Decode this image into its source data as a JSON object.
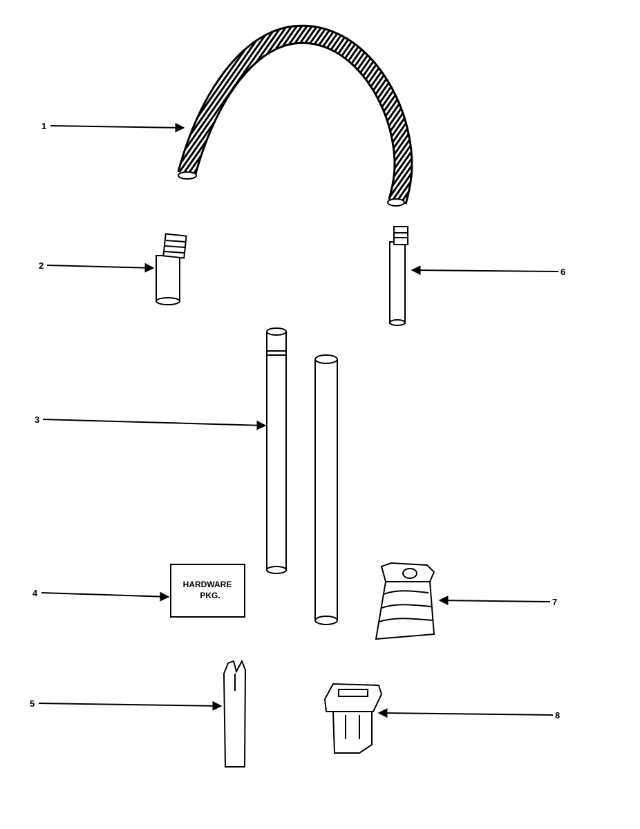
{
  "callouts": [
    {
      "id": "1",
      "label": "1"
    },
    {
      "id": "2",
      "label": "2"
    },
    {
      "id": "3",
      "label": "3"
    },
    {
      "id": "4",
      "label": "4"
    },
    {
      "id": "5",
      "label": "5"
    },
    {
      "id": "6",
      "label": "6"
    },
    {
      "id": "7",
      "label": "7"
    },
    {
      "id": "8",
      "label": "8"
    }
  ],
  "hardware_box": {
    "line1": "HARDWARE",
    "line2": "PKG."
  }
}
